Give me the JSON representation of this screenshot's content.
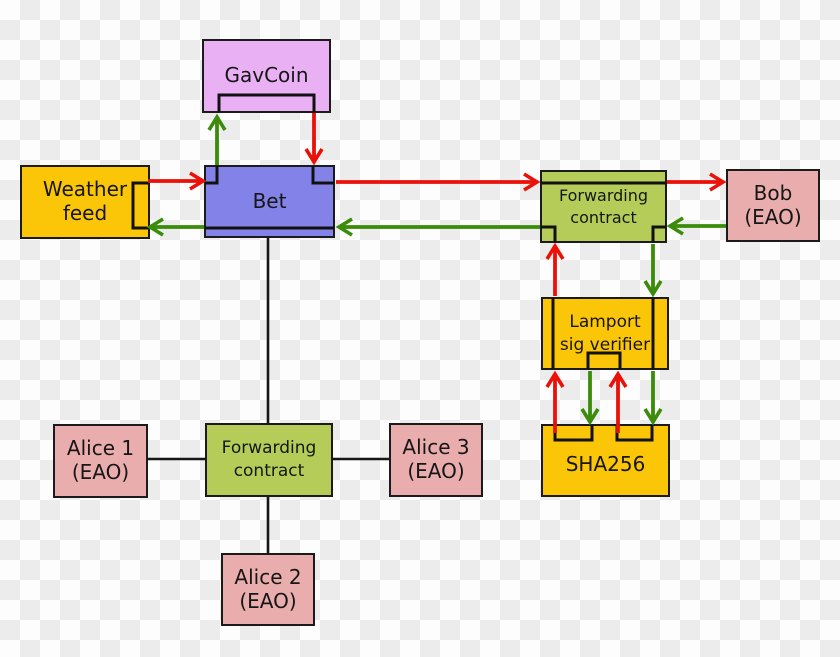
{
  "nodes": {
    "gavcoin": {
      "label": "GavCoin",
      "fill": "#e9b1f3"
    },
    "bet": {
      "label": "Bet",
      "fill": "#8282e8"
    },
    "weather_feed": {
      "label": "Weather\nfeed",
      "fill": "#fcc608"
    },
    "forwarding_contract_right": {
      "label": "Forwarding\ncontract",
      "fill": "#b5cc58"
    },
    "bob": {
      "label": "Bob\n(EAO)",
      "fill": "#e9adad"
    },
    "lamport_sig_verifier": {
      "label": "Lamport\nsig verifier",
      "fill": "#fcc608"
    },
    "sha256": {
      "label": "SHA256",
      "fill": "#fcc608"
    },
    "forwarding_contract_bottom": {
      "label": "Forwarding\ncontract",
      "fill": "#b5cc58"
    },
    "alice1": {
      "label": "Alice 1\n(EAO)",
      "fill": "#e9adad"
    },
    "alice3": {
      "label": "Alice 3\n(EAO)",
      "fill": "#e9adad"
    },
    "alice2": {
      "label": "Alice 2\n(EAO)",
      "fill": "#e9adad"
    }
  },
  "edges": [
    {
      "from": "weather_feed",
      "to": "bet",
      "color": "red"
    },
    {
      "from": "bet",
      "to": "weather_feed",
      "color": "green"
    },
    {
      "from": "bet",
      "to": "gavcoin",
      "color": "green"
    },
    {
      "from": "gavcoin",
      "to": "bet",
      "color": "red"
    },
    {
      "from": "bet",
      "to": "forwarding_contract_right",
      "color": "red"
    },
    {
      "from": "forwarding_contract_right",
      "to": "bet",
      "color": "green"
    },
    {
      "from": "forwarding_contract_right",
      "to": "bob",
      "color": "red"
    },
    {
      "from": "bob",
      "to": "forwarding_contract_right",
      "color": "green"
    },
    {
      "from": "lamport_sig_verifier",
      "to": "forwarding_contract_right",
      "color": "red"
    },
    {
      "from": "forwarding_contract_right",
      "to": "lamport_sig_verifier",
      "color": "green"
    },
    {
      "from": "sha256",
      "to": "lamport_sig_verifier",
      "color": "red"
    },
    {
      "from": "sha256",
      "to": "lamport_sig_verifier",
      "color": "red"
    },
    {
      "from": "lamport_sig_verifier",
      "to": "sha256",
      "color": "green"
    },
    {
      "from": "lamport_sig_verifier",
      "to": "sha256",
      "color": "green"
    },
    {
      "from": "bet",
      "to": "forwarding_contract_bottom",
      "color": "black",
      "style": "plain-line"
    },
    {
      "from": "forwarding_contract_bottom",
      "to": "alice1",
      "color": "black",
      "style": "plain-line"
    },
    {
      "from": "forwarding_contract_bottom",
      "to": "alice2",
      "color": "black",
      "style": "plain-line"
    },
    {
      "from": "forwarding_contract_bottom",
      "to": "alice3",
      "color": "black",
      "style": "plain-line"
    }
  ],
  "colors": {
    "arrow_red": "#ea1109",
    "arrow_green": "#3a8c0a",
    "line_black": "#161616",
    "node_purple": "#e9b1f3",
    "node_blue": "#8282e8",
    "node_gold": "#fcc608",
    "node_green": "#b5cc58",
    "node_pink": "#e9adad",
    "checker_light": "#fdfdfd",
    "checker_dark": "#ececec"
  }
}
